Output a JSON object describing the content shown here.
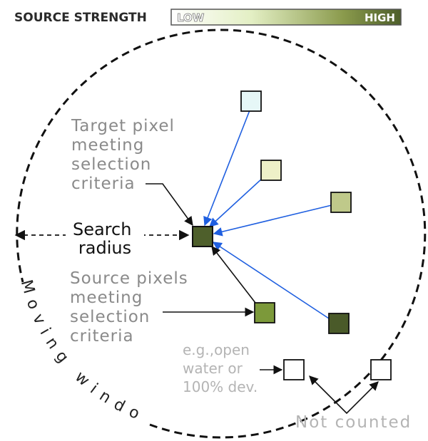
{
  "legend": {
    "title": "SOURCE STRENGTH",
    "low": "LOW",
    "high": "HIGH",
    "gradient_colors": [
      "#ffffff",
      "#e3efc4",
      "#8a9a4c",
      "#4d5e2a"
    ]
  },
  "labels": {
    "target": [
      "Target pixel",
      "meeting",
      "selection",
      "criteria"
    ],
    "search": [
      "Search",
      "radius"
    ],
    "source": [
      "Source pixels",
      "meeting",
      "selection",
      "criteria"
    ],
    "example": [
      "e.g.,open",
      "water or",
      "100% dev."
    ],
    "not_counted": "Not counted",
    "moving_window": "Moving window"
  },
  "colors": {
    "arrow_blue": "#1f5fe0",
    "target_fill": "#4e5f2b",
    "source_fill": "#7f9a3a",
    "gray_text": "#8a8a8a",
    "light_text": "#b4b4b4"
  },
  "pixels": [
    {
      "id": "source-pixel-light-cyan",
      "fill": "#e6f7f7"
    },
    {
      "id": "source-pixel-pale-yellow",
      "fill": "#eef0c8"
    },
    {
      "id": "source-pixel-light-olive",
      "fill": "#bfc98a"
    },
    {
      "id": "source-pixel-dark-green",
      "fill": "#4a5a29"
    },
    {
      "id": "source-pixel-medium-green",
      "fill": "#7c993a"
    }
  ]
}
